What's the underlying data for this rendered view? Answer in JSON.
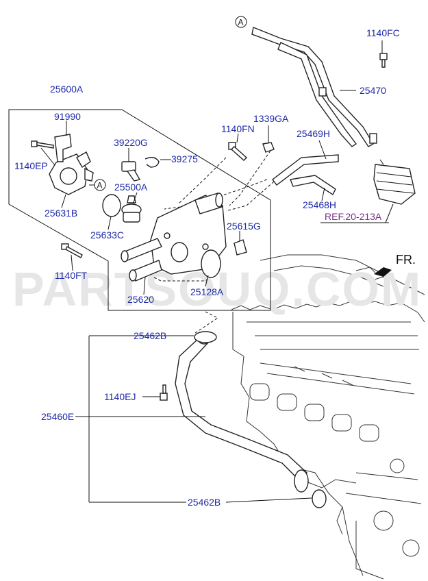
{
  "watermark": "PARTSOUQ.COM",
  "direction": "FR.",
  "callout_letter": "A",
  "reference": "REF.20-213A",
  "labels": {
    "p25600A": "25600A",
    "p91990": "91990",
    "p1140EP": "1140EP",
    "p25631B": "25631B",
    "p39220G": "39220G",
    "p39275": "39275",
    "p25500A": "25500A",
    "p25633C": "25633C",
    "p1140FN": "1140FN",
    "p1339GA": "1339GA",
    "p25469H": "25469H",
    "p25468H": "25468H",
    "p25615G": "25615G",
    "p1140FT": "1140FT",
    "p25620": "25620",
    "p25128A": "25128A",
    "p1140FC": "1140FC",
    "p25470": "25470",
    "p25462B_top": "25462B",
    "p1140EJ": "1140EJ",
    "p25460E": "25460E",
    "p25462B_bottom": "25462B"
  },
  "colors": {
    "label": "#1f2aa8",
    "reference": "#7a2f8a",
    "watermark": "#e6e6e6"
  }
}
